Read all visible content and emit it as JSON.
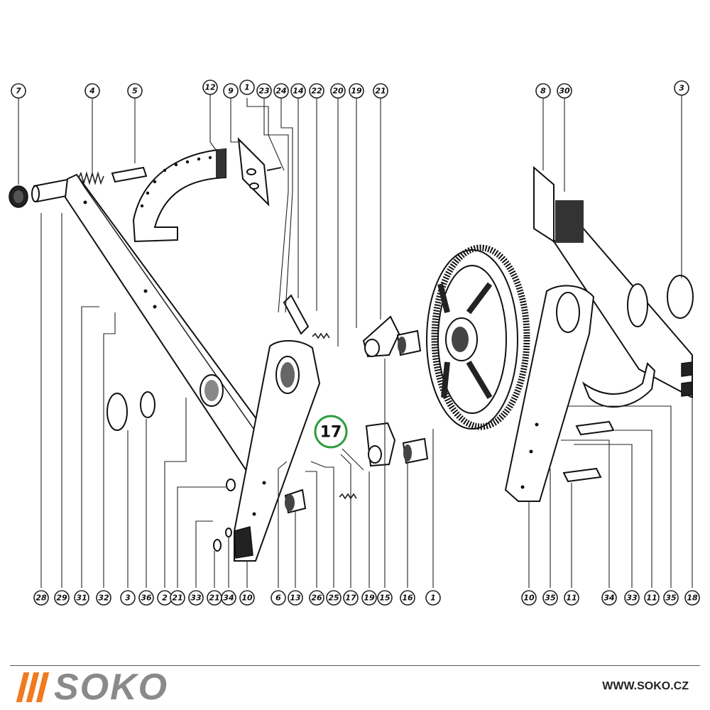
{
  "colors": {
    "brand_orange": "#f07a1e",
    "brand_gray": "#8a8a8a",
    "highlight_green": "#2e9e3e",
    "line": "#222222"
  },
  "highlight": {
    "label": "17"
  },
  "callouts": [
    {
      "id": "c7",
      "label": "7"
    },
    {
      "id": "c4",
      "label": "4"
    },
    {
      "id": "c5",
      "label": "5"
    },
    {
      "id": "c12",
      "label": "12"
    },
    {
      "id": "c9",
      "label": "9"
    },
    {
      "id": "c1a",
      "label": "1"
    },
    {
      "id": "c23",
      "label": "23"
    },
    {
      "id": "c24",
      "label": "24"
    },
    {
      "id": "c14",
      "label": "14"
    },
    {
      "id": "c22",
      "label": "22"
    },
    {
      "id": "c20",
      "label": "20"
    },
    {
      "id": "c19t",
      "label": "19"
    },
    {
      "id": "c21t",
      "label": "21"
    },
    {
      "id": "c8",
      "label": "8"
    },
    {
      "id": "c30",
      "label": "30"
    },
    {
      "id": "c3t",
      "label": "3"
    },
    {
      "id": "c28",
      "label": "28"
    },
    {
      "id": "c29",
      "label": "29"
    },
    {
      "id": "c31",
      "label": "31"
    },
    {
      "id": "c32",
      "label": "32"
    },
    {
      "id": "c3b",
      "label": "3"
    },
    {
      "id": "c36",
      "label": "36"
    },
    {
      "id": "c2",
      "label": "2"
    },
    {
      "id": "c21a",
      "label": "21"
    },
    {
      "id": "c33",
      "label": "33"
    },
    {
      "id": "c21b",
      "label": "21"
    },
    {
      "id": "c34a",
      "label": "34"
    },
    {
      "id": "c10a",
      "label": "10"
    },
    {
      "id": "c6",
      "label": "6"
    },
    {
      "id": "c13",
      "label": "13"
    },
    {
      "id": "c26",
      "label": "26"
    },
    {
      "id": "c25",
      "label": "25"
    },
    {
      "id": "c17b",
      "label": "17"
    },
    {
      "id": "c19b",
      "label": "19"
    },
    {
      "id": "c15",
      "label": "15"
    },
    {
      "id": "c16",
      "label": "16"
    },
    {
      "id": "c1b",
      "label": "1"
    },
    {
      "id": "c10b",
      "label": "10"
    },
    {
      "id": "c35a",
      "label": "35"
    },
    {
      "id": "c11a",
      "label": "11"
    },
    {
      "id": "c34b",
      "label": "34"
    },
    {
      "id": "c33b",
      "label": "33"
    },
    {
      "id": "c11b",
      "label": "11"
    },
    {
      "id": "c35b",
      "label": "35"
    },
    {
      "id": "c18",
      "label": "18"
    }
  ],
  "brand": {
    "name": "SOKO",
    "website": "WWW.SOKO.CZ"
  }
}
